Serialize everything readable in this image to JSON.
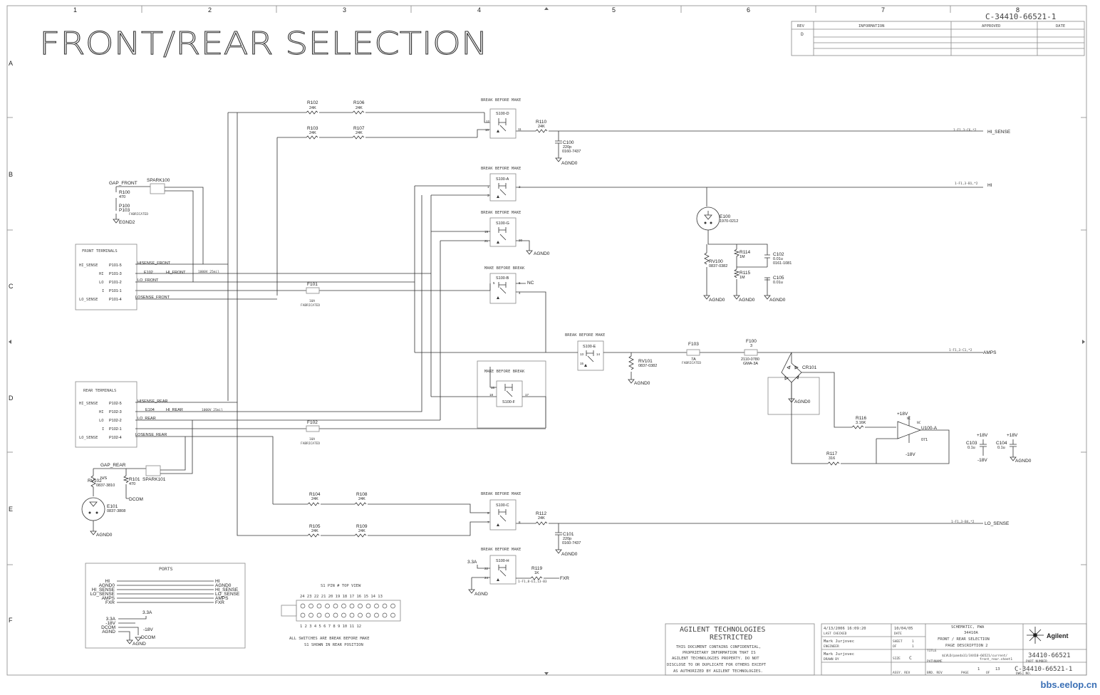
{
  "title": "FRONT/REAR SELECTION",
  "doc_number": "C-34410-66521-1",
  "frame": {
    "cols": [
      "1",
      "2",
      "3",
      "4",
      "5",
      "6",
      "7",
      "8"
    ],
    "rows": [
      "A",
      "B",
      "C",
      "D",
      "E",
      "F"
    ]
  },
  "revision_table": {
    "headers": [
      "REV",
      "INFORMATION",
      "APPROVED",
      "DATE"
    ],
    "rev": "D"
  },
  "sections": {
    "front_terminals": "FRONT TERMINALS",
    "rear_terminals": "REAR TERMINALS",
    "ports": "PORTS",
    "s1_pin_view": "S1 PIN # TOP VIEW",
    "pins_top": "24 23 22 21 20 19 18 17 16 15 14 13",
    "pins_bottom": "1 2 3 4 5 6 7 8 9 10 11 12",
    "note1": "ALL SWITCHES ARE BREAK BEFORE MAKE",
    "note2": "S1 SHOWN IN REAR POSITION"
  },
  "switch_headers": {
    "bbm": "BREAK BEFORE MAKE",
    "mbb": "MAKE BEFORE BREAK"
  },
  "switches": {
    "s100d": "S100-D",
    "s100a": "S100-A",
    "s100g": "S100-G",
    "s100b": "S100-B",
    "s100e": "S100-E",
    "s100f": "S100-F",
    "s100c": "S100-C",
    "s100h": "S100-H"
  },
  "components": {
    "r102": "R102",
    "r102v": "24K",
    "r106": "R106",
    "r106v": "24K",
    "r103": "R103",
    "r103v": "24K",
    "r107": "R107",
    "r107v": "24K",
    "r110": "R110",
    "r110v": "24K",
    "c100": "C100",
    "c100v": "220p",
    "c100p": "0160-7437",
    "r104": "R104",
    "r104v": "24K",
    "r108": "R108",
    "r108v": "24K",
    "r105": "R105",
    "r105v": "24K",
    "r109": "R109",
    "r109v": "24K",
    "r112": "R112",
    "r112v": "24K",
    "c101": "C101",
    "c101v": "220p",
    "c101p": "0160-7437",
    "r119": "R119",
    "r119v": "1K",
    "e100": "E100",
    "e100p": "1970-0212",
    "rv100": "RV100",
    "rv100p": "0837-0382",
    "r114": "R114",
    "r114v": "1M",
    "r115": "R115",
    "r115v": "1M",
    "c102": "C102",
    "c102v": "0.01u",
    "c102p": "0161-1081",
    "c105": "C105",
    "c105v": "0.01u",
    "rv101": "RV101",
    "rv101p": "0837-0382",
    "f103": "F103",
    "f103v": "7A",
    "f103n": "FABRICATED",
    "f100": "F100",
    "f100v": "3",
    "f100p": "2110-0780",
    "f100p2": "GMA-3A",
    "cr101": "CR101",
    "r116": "R116",
    "r116v": "3.16K",
    "r117": "R117",
    "r117v": "316",
    "u100a": "U100-A",
    "u100v": "071",
    "c103": "C103",
    "c103v": "0.1u",
    "c104": "C104",
    "c104v": "0.1u",
    "f101": "F101",
    "f101v": "10A",
    "f101n": "FABRICATED",
    "f102": "F102",
    "f102v": "10A",
    "f102n": "FABRICATED",
    "spark100": "SPARK100",
    "spark101": "SPARK101",
    "gap_front": "GAP_FRONT",
    "gap_rear": "GAP_REAR",
    "r100": "R100",
    "r100v": "470",
    "r101": "R101",
    "r101v": "470",
    "p100": "P100",
    "p103": "P103",
    "p103n": "FABRICATED",
    "rv102": "RV102",
    "rv102v": "N/S",
    "rv102p": "0837-3810",
    "e101": "E101",
    "e101p": "0837-3808",
    "e102": "E102",
    "e104": "E104",
    "nc": "NC",
    "v1000": "1000V_25mil"
  },
  "nets": {
    "hi_sense": "HI_SENSE",
    "hi": "HI",
    "amps": "AMPS",
    "lo_sense": "LO_SENSE",
    "fxr": "FXR",
    "agnd0": "AGND0",
    "egnd2": "EGND2",
    "dcom": "DCOM",
    "agnd": "AGND",
    "p18": "+18V",
    "m18": "-18V",
    "v33": "3.3A",
    "hisense_front": "HISENSE_FRONT",
    "hi_front": "HI_FRONT",
    "lo_front": "LO_FRONT",
    "losense_front": "LOSENSE_FRONT",
    "hisense_rear": "HISENSE_REAR",
    "hi_rear": "HI_REAR",
    "lo_rear": "LO_REAR",
    "losense_rear": "LOSENSE_REAR"
  },
  "offpage": {
    "hi_sense": "1-F1,3-C6,*2",
    "hi": "1-F1,3-B1,*2",
    "amps": "1-F1,3-C1,*2",
    "lo_sense": "1-F1,3-B4,*2",
    "fxr": "1-F1,8-E1,13-B3"
  },
  "terminals": {
    "front": [
      {
        "name": "HI_SENSE",
        "pin": "P101-5"
      },
      {
        "name": "HI",
        "pin": "P101-3"
      },
      {
        "name": "LO",
        "pin": "P101-2"
      },
      {
        "name": "I",
        "pin": "P101-1"
      },
      {
        "name": "LO_SENSE",
        "pin": "P101-4"
      }
    ],
    "rear": [
      {
        "name": "HI_SENSE",
        "pin": "P102-5"
      },
      {
        "name": "HI",
        "pin": "P102-3"
      },
      {
        "name": "LO",
        "pin": "P102-2"
      },
      {
        "name": "I",
        "pin": "P102-1"
      },
      {
        "name": "LO_SENSE",
        "pin": "P102-4"
      }
    ]
  },
  "ports": {
    "left": [
      "HI",
      "AGND0",
      "HI_SENSE",
      "LO_SENSE",
      "AMPS",
      "FXR"
    ],
    "right": [
      "HI",
      "AGND0",
      "HI_SENSE",
      "LO_SENSE",
      "AMPS",
      "FXR"
    ],
    "supplies": [
      "3.3A",
      "-18V",
      "DCOM",
      "AGND"
    ]
  },
  "company": {
    "name": "AGILENT TECHNOLOGIES",
    "restricted": "RESTRICTED",
    "conf": [
      "THIS DOCUMENT CONTAINS CONFIDENTIAL,",
      "PROPRIETARY INFORMATION THAT IS",
      "AGILENT TECHNOLOGIES PROPERTY. DO NOT",
      "DISCLOSE TO OR DUPLICATE FOR OTHERS EXCEPT",
      "AS AUTHORIZED BY AGILENT TECHNOLOGIES."
    ],
    "logo": "Agilent"
  },
  "titleblock": {
    "last_checked": "4/13/2006 16:09:20",
    "last_checked_label": "LAST CHECKED",
    "date": "10/04/05",
    "date_label": "DATE",
    "engineer": "Mark Jurjovec",
    "engineer_label": "ENGINEER",
    "drawn": "Mark Jurjovec",
    "drawn_label": "DRAWN BY",
    "sheet_label": "SHEET",
    "sheet": "1",
    "of_label": "OF",
    "of": "1",
    "size_label": "SIZE",
    "size": "C",
    "assy_rev": "ASSY. REV",
    "title1": "SCHEMATIC, PWA",
    "title2": "34410A",
    "title3": "FRONT / REAR SELECTION",
    "title4": "PAGE DESCRIPTION 2",
    "title_label": "TITLE",
    "pathname": "$LVLD/panda11/34410-66521/current/",
    "pathname2": "front_rear.sheet1",
    "pathname_label": "PATHNAME",
    "part": "34410-66521",
    "part_label": "PART NUMBER",
    "page": "1",
    "page_of": "13",
    "page_label": "PAGE",
    "of2": "OF",
    "brd_rev": "BRD. REV",
    "dwg": "C-34410-66521-1",
    "dwg_label": "DWG. NO."
  },
  "watermark": "bbs.eelop.cn"
}
